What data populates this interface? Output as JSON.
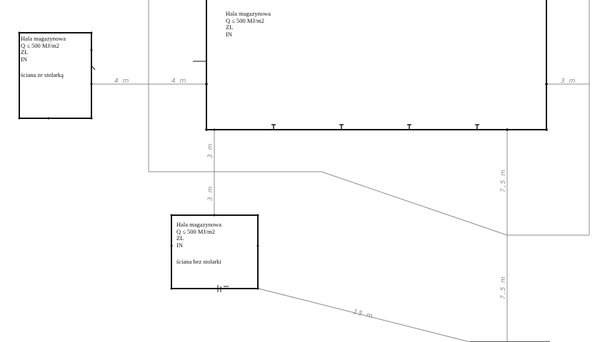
{
  "buildings": [
    {
      "id": "left",
      "lines": [
        "Hala magazynowa",
        "Q ≤ 500 MJ/m2",
        "ZL",
        "IN",
        "",
        "ściana ze stolarką"
      ]
    },
    {
      "id": "main",
      "lines": [
        "Hala magazynowa",
        "Q ≤ 500 MJ/m2",
        "ZL",
        "IN"
      ]
    },
    {
      "id": "bottom",
      "lines": [
        "Hala magazynowa",
        "Q ≤ 500 MJ/m2",
        "ZL",
        "IN",
        "",
        "ściana bez stolarki"
      ]
    }
  ],
  "dimensions": {
    "left_gap_a": "4 m",
    "left_gap_b": "4 m",
    "right_gap": "3 m",
    "vertical_upper": "3 m",
    "vertical_lower": "3 m",
    "right_upper": "7,5 m",
    "right_lower": "7,5 m",
    "diagonal": "15 m"
  }
}
